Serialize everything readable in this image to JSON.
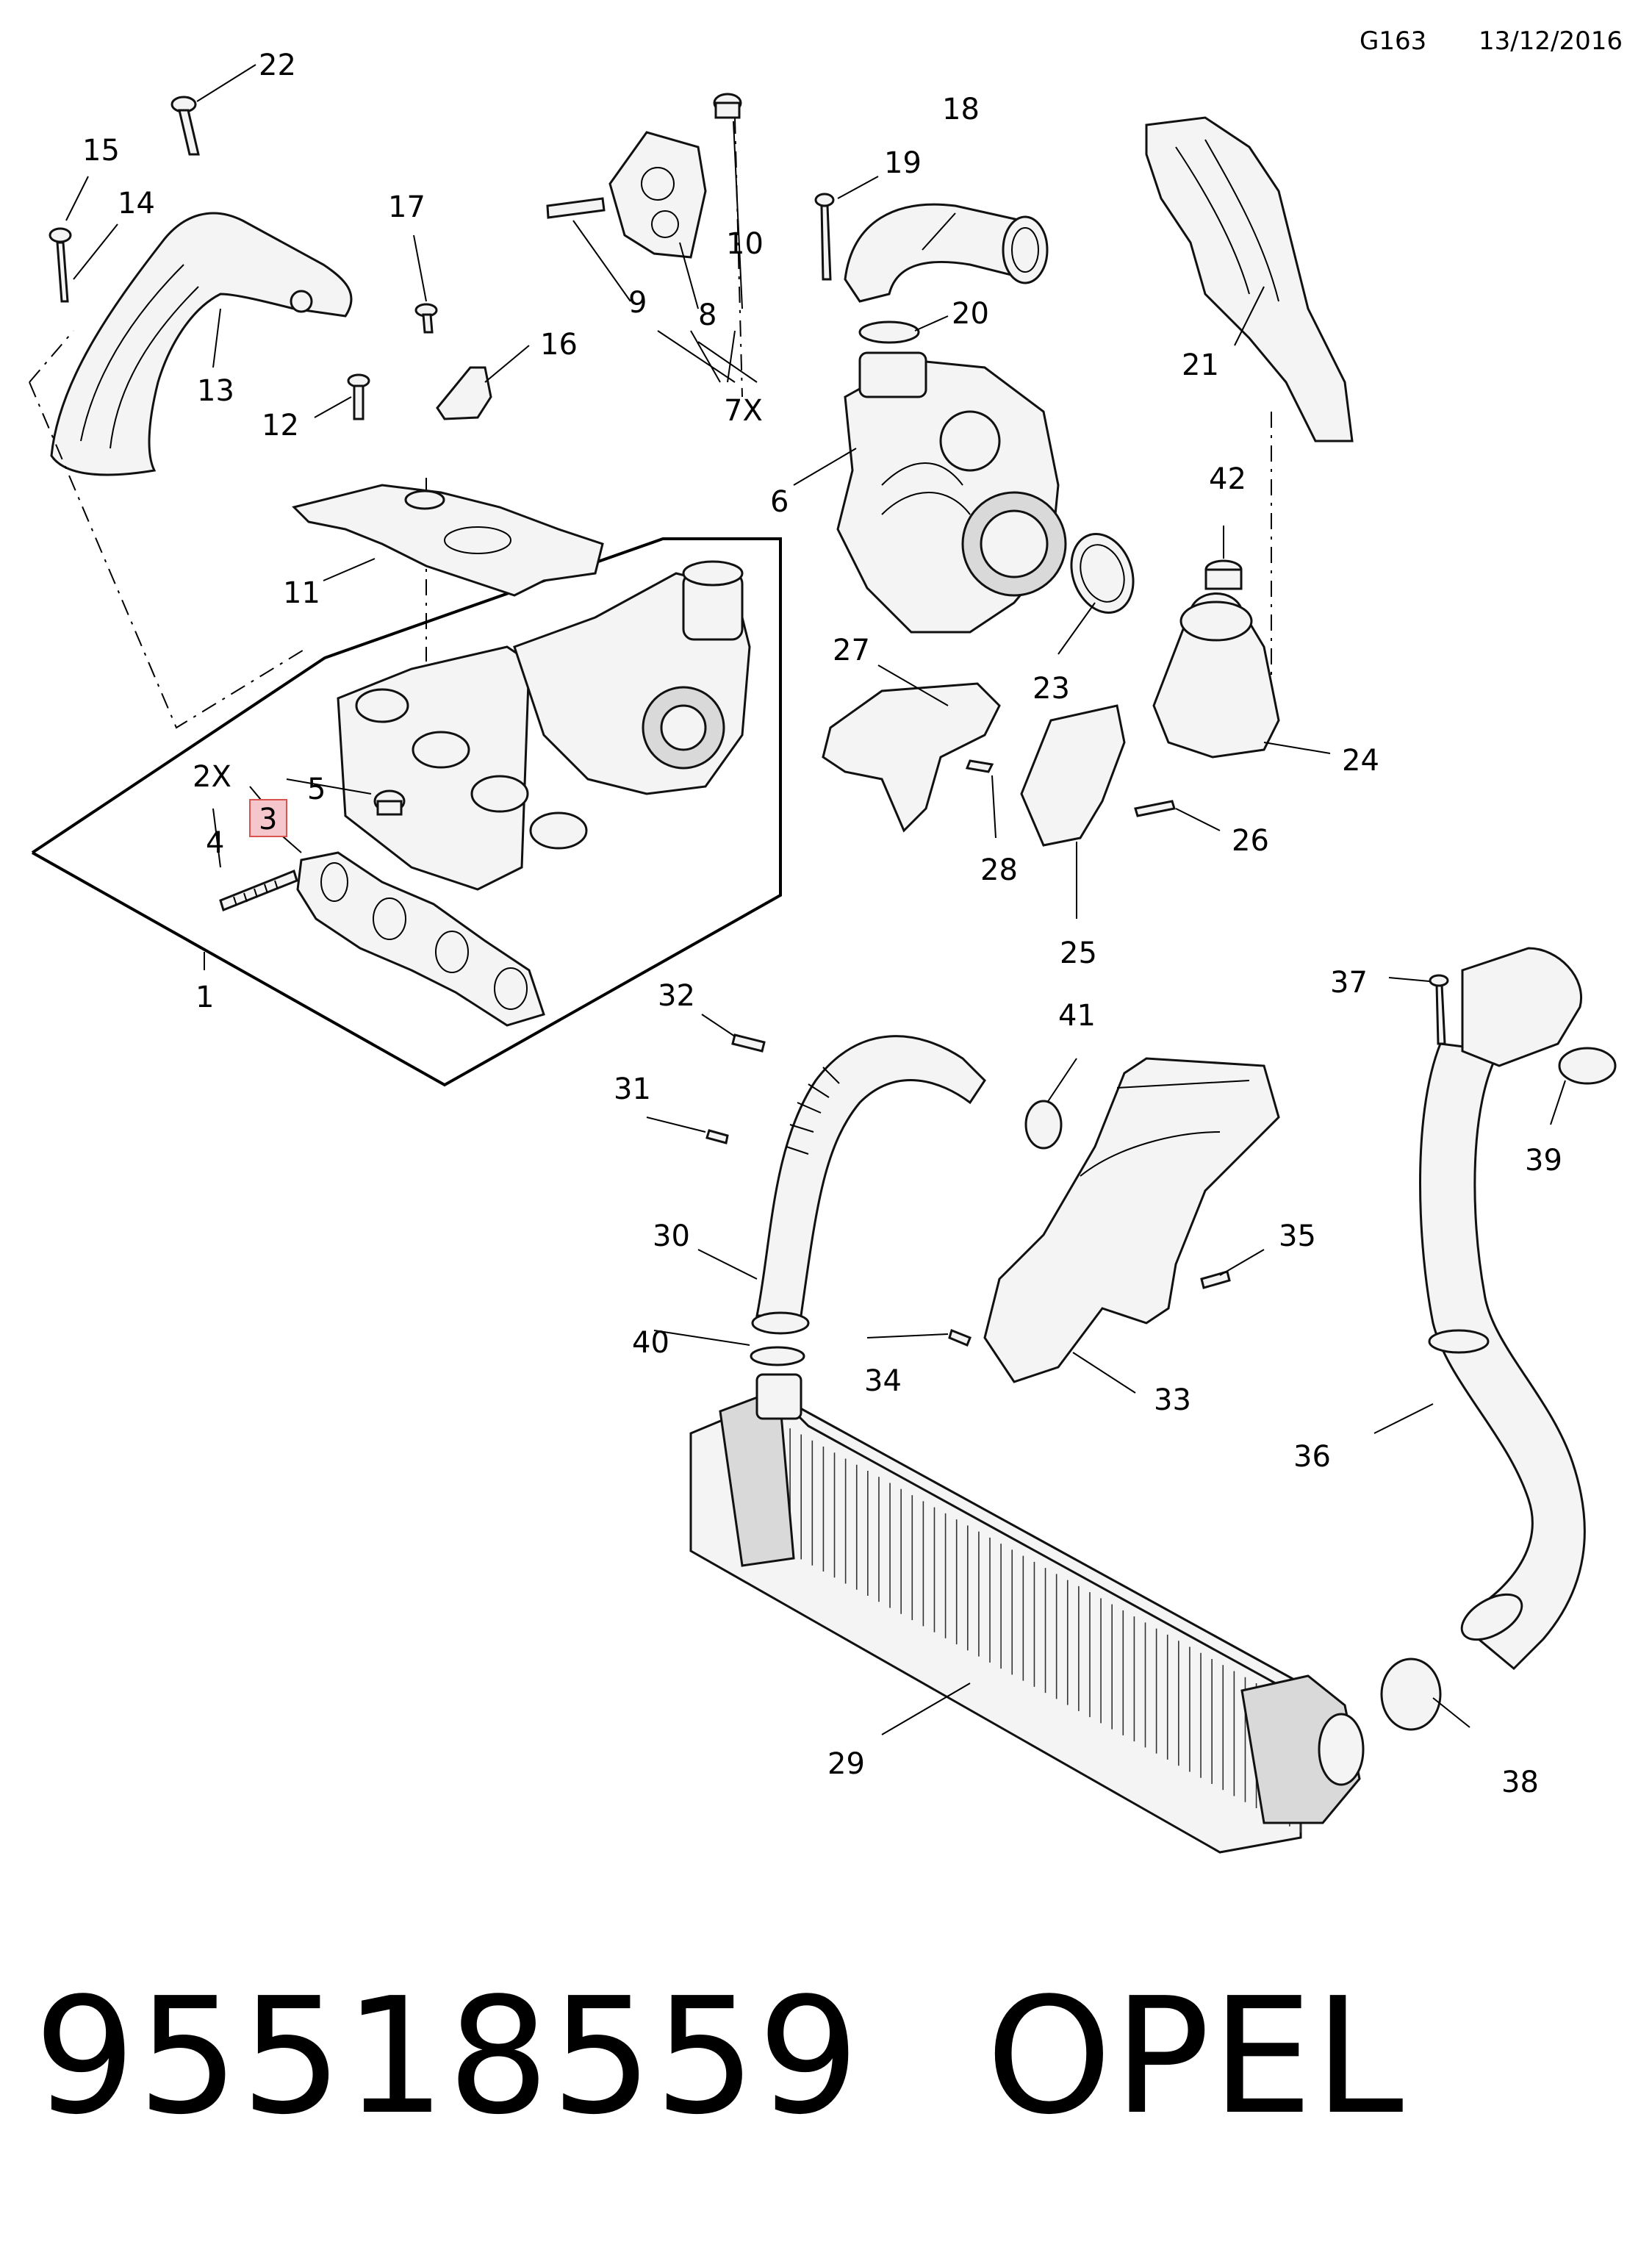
{
  "header": {
    "diagram_code": "G163",
    "date": "13/12/2016"
  },
  "callouts": {
    "c1": "1",
    "c2x": "2X",
    "c3": "3",
    "c4": "4",
    "c5": "5",
    "c6": "6",
    "c7x": "7X",
    "c8": "8",
    "c9": "9",
    "c10": "10",
    "c11": "11",
    "c12": "12",
    "c13": "13",
    "c14": "14",
    "c15": "15",
    "c16": "16",
    "c17": "17",
    "c18": "18",
    "c19": "19",
    "c20": "20",
    "c21": "21",
    "c22": "22",
    "c23": "23",
    "c24": "24",
    "c25": "25",
    "c26": "26",
    "c27": "27",
    "c28": "28",
    "c29": "29",
    "c30": "30",
    "c31": "31",
    "c32": "32",
    "c33": "33",
    "c34": "34",
    "c35": "35",
    "c36": "36",
    "c37": "37",
    "c38": "38",
    "c39": "39",
    "c40": "40",
    "c41": "41",
    "c42": "42"
  },
  "highlight": {
    "callout": "3",
    "color": "#f5c6cb",
    "border": "#d9534f"
  },
  "footer": {
    "part_number": "95518559",
    "brand": "OPEL"
  }
}
